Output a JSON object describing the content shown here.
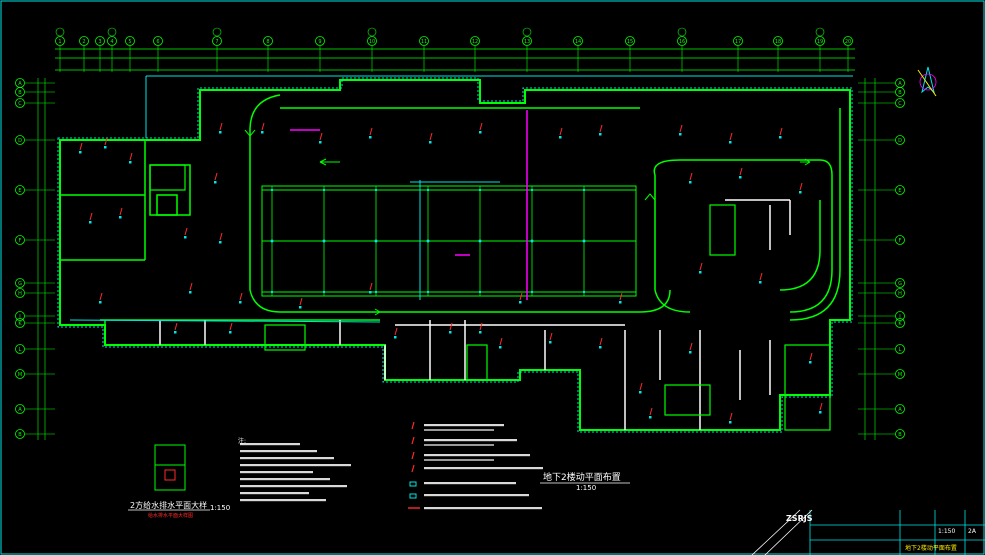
{
  "drawing": {
    "main_title": "地下2楼动平面布置",
    "main_scale": "1:150",
    "detail_title": "2方给水排水平面大样",
    "detail_sub": "给水排水平面大样图",
    "detail_scale": "1:150",
    "notes_heading": "注:"
  },
  "grid_axes_top": [
    "1",
    "2",
    "3",
    "4",
    "5",
    "6",
    "7",
    "8",
    "9",
    "10",
    "11",
    "12",
    "13",
    "14",
    "15",
    "16",
    "17",
    "18",
    "19",
    "20"
  ],
  "grid_axes_left": [
    "A",
    "B",
    "C",
    "D",
    "E",
    "F",
    "G",
    "H",
    "J",
    "K",
    "L",
    "M"
  ],
  "title_block": {
    "logo": "ZSRJS",
    "drawing_name": "地下2楼动平面布置",
    "sheet_no": "2A",
    "scale_label": "1:150"
  },
  "colors": {
    "background": "#000000",
    "walls": "#00ff00",
    "grid": "#00ff00",
    "annotation": "#ff2a2a",
    "cyan": "#00e5e5",
    "magenta": "#ff00ff",
    "white": "#ffffff"
  }
}
